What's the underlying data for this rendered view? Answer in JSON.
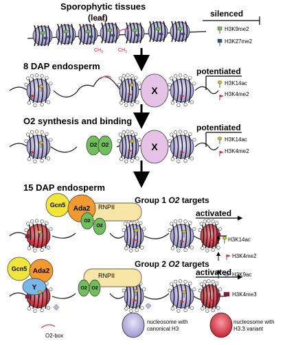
{
  "panels": {
    "p1_title_a": "Sporophytic tissues",
    "p1_title_b": "(leaf)",
    "p1_state": "silenced",
    "p2_title": "8 DAP endosperm",
    "p2_state": "potentiated",
    "p3_title": "O2 synthesis and binding",
    "p3_state": "potentiated",
    "p4_title": "15 DAP endosperm",
    "p4_group": "Group 1",
    "p4_group_italic": "O2",
    "p4_group_tail": " targets",
    "p4_state": "activated",
    "p5_group": "Group 2",
    "p5_group_italic": "O2",
    "p5_group_tail": " targets",
    "p5_state": "activated"
  },
  "labels": {
    "ch3": "CH",
    "ch3_sub": "3",
    "x": "X",
    "o2": "O2",
    "gcn5": "Gcn5",
    "ada2": "Ada2",
    "rnpii": "RNPII",
    "y": "Y"
  },
  "marks": {
    "h3k9me2": "H3K9me2",
    "h3k27me2": "H3K27me2",
    "h3k14ac": "H3K14ac",
    "h3k4me2": "H3K4me2",
    "h3k9ac": "H3K9ac",
    "h3k4me3": "H3K4me3"
  },
  "legend": {
    "o2_box": "O2-box",
    "canonical_a": "nucleosome with",
    "canonical_b": "canonical H3",
    "variant_a": "nucleosome with",
    "variant_b": "H3.3 variant"
  },
  "colors": {
    "canonical": "#b9b4e0",
    "variant": "#e8394b",
    "o2": "#6fbf5a",
    "gcn5": "#f3e63a",
    "ada2": "#f29a2e",
    "rnpii": "#f7e6a6",
    "y": "#79b7ea",
    "x": "#e6c3e6",
    "o2box": "#e35a8f",
    "k9me2": "#6fbf5a",
    "k27me2": "#2f4d8a",
    "k14ac": "#c8c02e",
    "k4me2": "#d4283b",
    "k9ac": "#b9b4e0",
    "k4me3": "#8c1a3a"
  }
}
